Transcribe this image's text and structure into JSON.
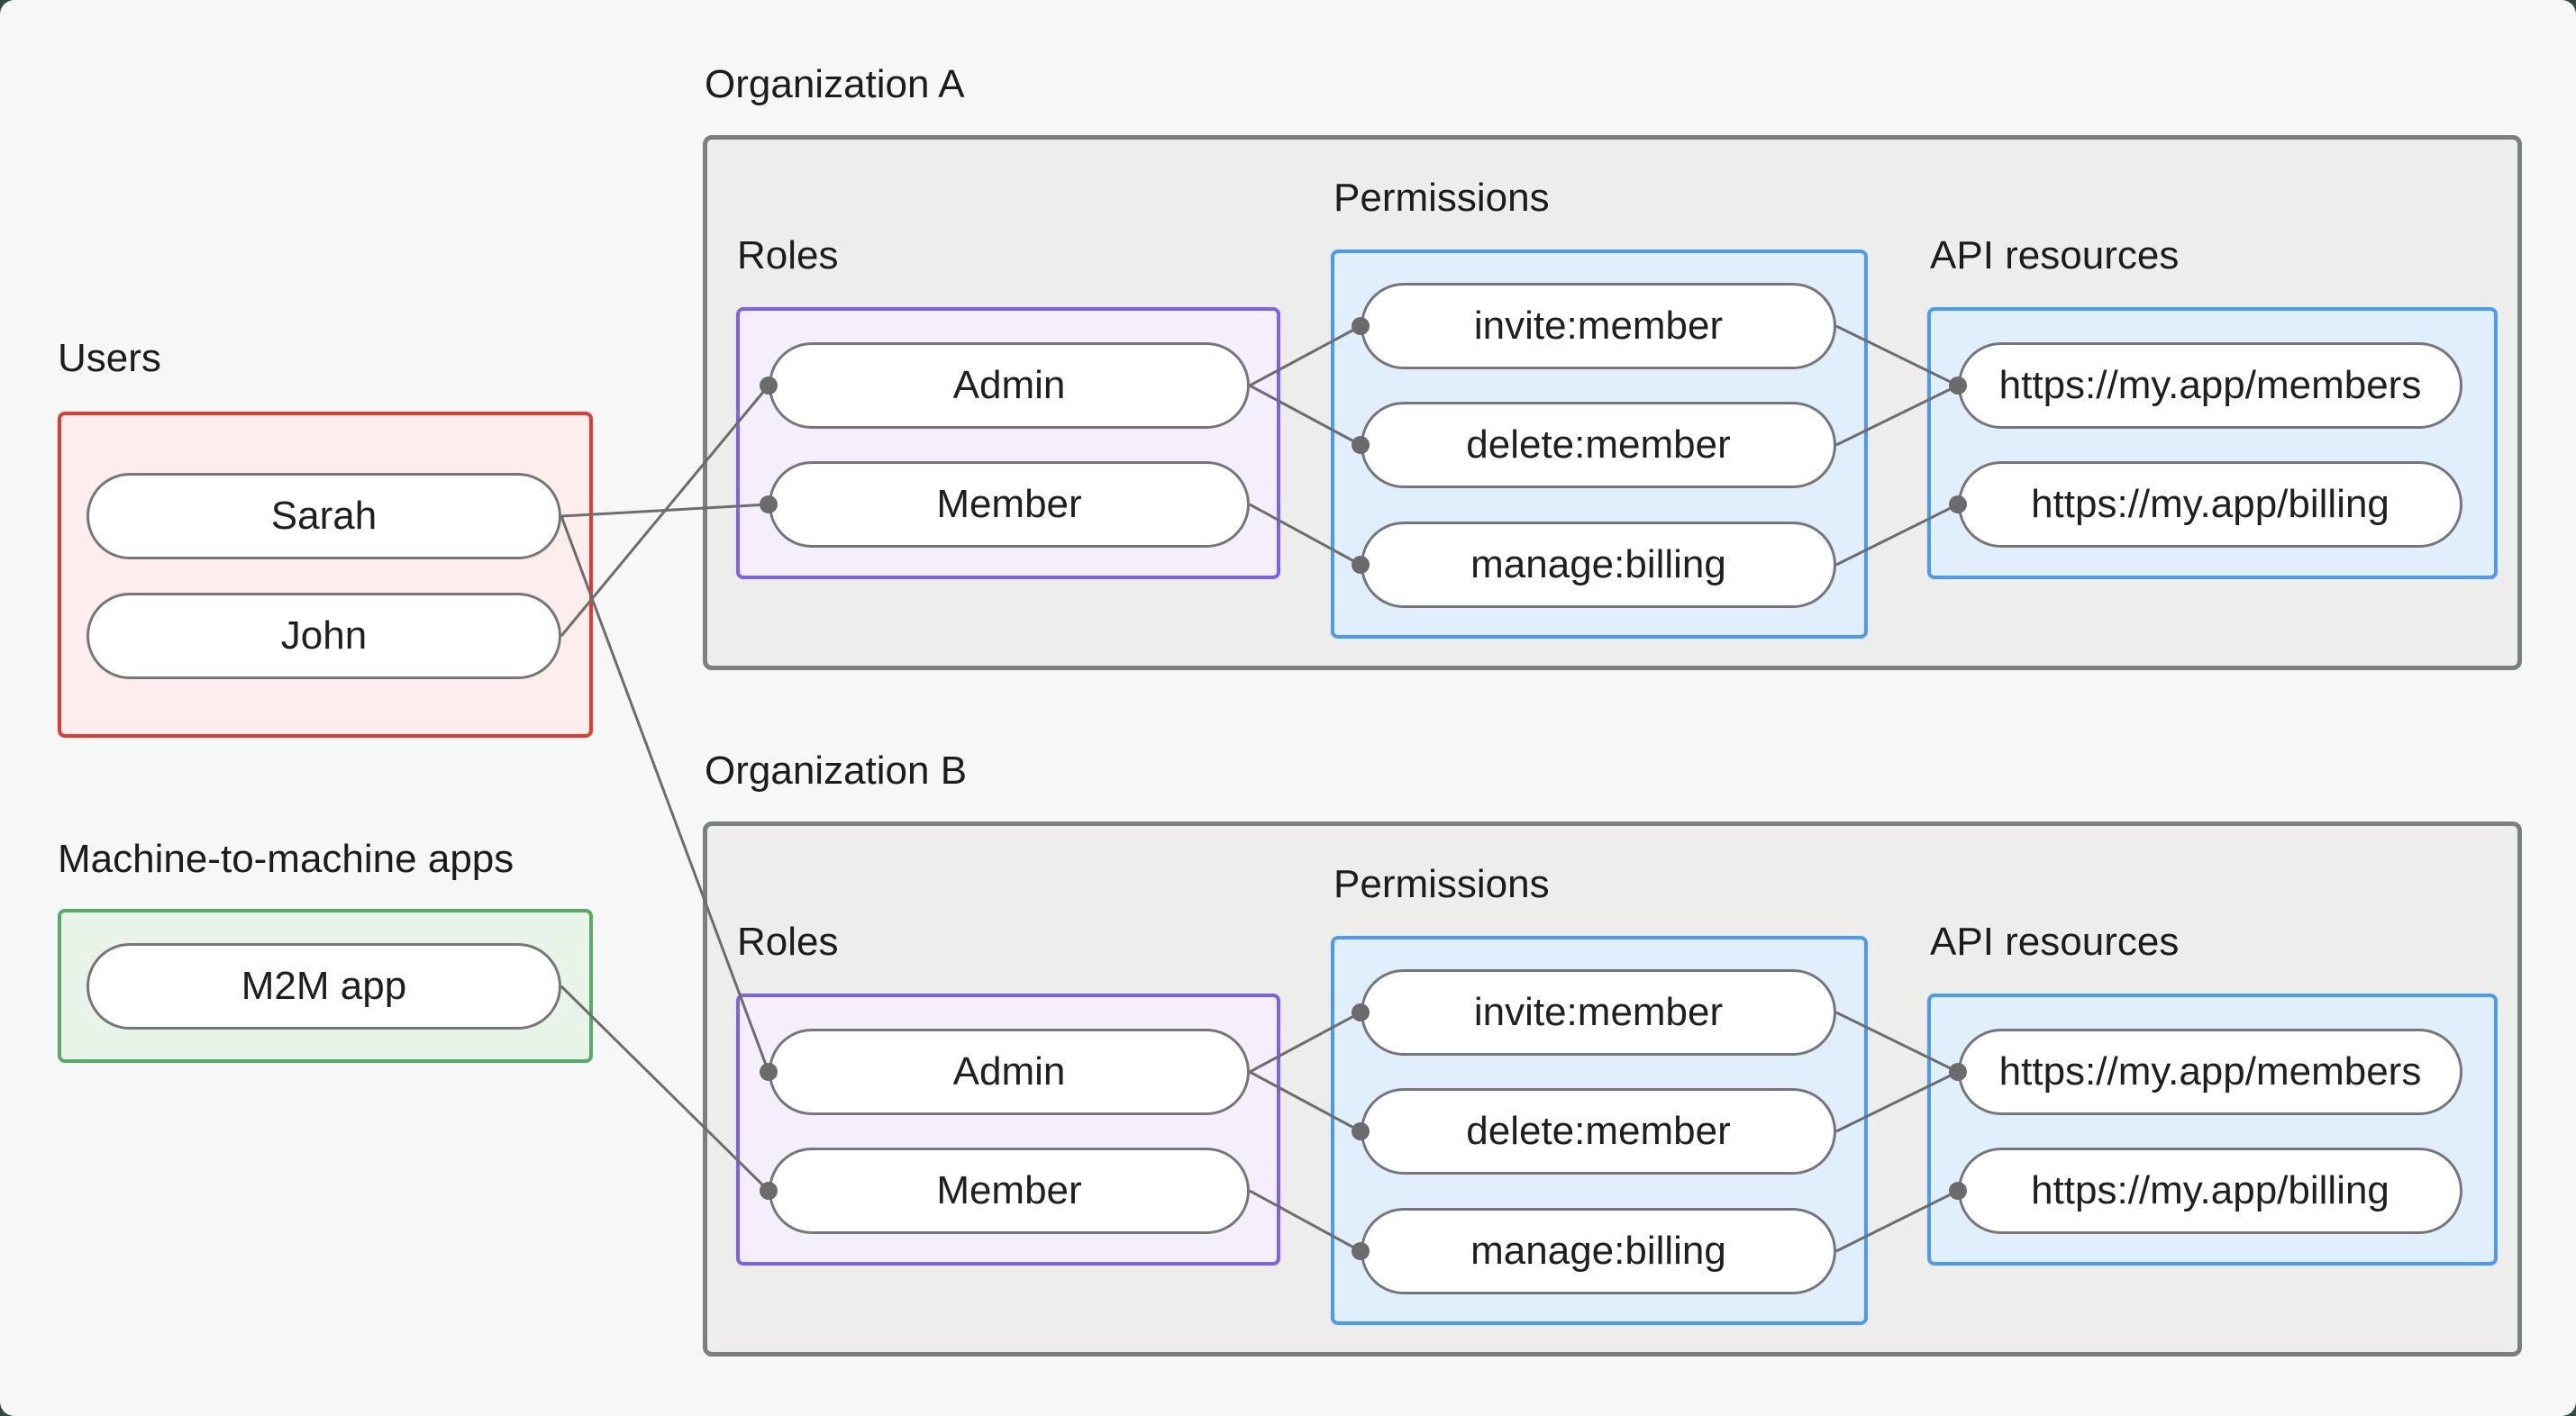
{
  "page": {
    "background": "#f6f8f8",
    "outside_background": "#2e4c3f"
  },
  "palette": {
    "users_border": "#e13b30",
    "users_fill": "#fdedec",
    "m2m_border": "#58ab64",
    "m2m_fill": "#e9f4e9",
    "org_border": "#7b807e",
    "org_fill": "#ededec",
    "roles_border": "#7d5ff2",
    "roles_fill": "#f5effd",
    "permissions_border": "#499bf6",
    "permissions_fill": "#e1effd",
    "pill_border": "#757677",
    "edge_color": "#6d6d6d",
    "text_color": "#1f1f1f"
  },
  "users": {
    "title": "Users",
    "items": [
      "Sarah",
      "John"
    ]
  },
  "m2m": {
    "title": "Machine-to-machine apps",
    "items": [
      "M2M app"
    ]
  },
  "orgs": [
    {
      "title": "Organization A",
      "roles_label": "Roles",
      "permissions_label": "Permissions",
      "api_label": "API resources",
      "roles": [
        "Admin",
        "Member"
      ],
      "permissions": [
        "invite:member",
        "delete:member",
        "manage:billing"
      ],
      "api_resources": [
        "https://my.app/members",
        "https://my.app/billing"
      ]
    },
    {
      "title": "Organization B",
      "roles_label": "Roles",
      "permissions_label": "Permissions",
      "api_label": "API resources",
      "roles": [
        "Admin",
        "Member"
      ],
      "permissions": [
        "invite:member",
        "delete:member",
        "manage:billing"
      ],
      "api_resources": [
        "https://my.app/members",
        "https://my.app/billing"
      ]
    }
  ],
  "connections": [
    {
      "from": "Sarah",
      "to": "Organization A / Member"
    },
    {
      "from": "John",
      "to": "Organization A / Admin"
    },
    {
      "from": "Sarah",
      "to": "Organization B / Admin"
    },
    {
      "from": "M2M app",
      "to": "Organization B / Member"
    },
    {
      "from": "Organization A / Admin",
      "to": "Organization A / invite:member"
    },
    {
      "from": "Organization A / Admin",
      "to": "Organization A / delete:member"
    },
    {
      "from": "Organization A / Member",
      "to": "Organization A / manage:billing"
    },
    {
      "from": "Organization A / invite:member",
      "to": "Organization A / https://my.app/members"
    },
    {
      "from": "Organization A / delete:member",
      "to": "Organization A / https://my.app/members"
    },
    {
      "from": "Organization A / manage:billing",
      "to": "Organization A / https://my.app/billing"
    },
    {
      "from": "Organization B / Admin",
      "to": "Organization B / invite:member"
    },
    {
      "from": "Organization B / Admin",
      "to": "Organization B / delete:member"
    },
    {
      "from": "Organization B / Member",
      "to": "Organization B / manage:billing"
    },
    {
      "from": "Organization B / invite:member",
      "to": "Organization B / https://my.app/members"
    },
    {
      "from": "Organization B / delete:member",
      "to": "Organization B / https://my.app/members"
    },
    {
      "from": "Organization B / manage:billing",
      "to": "Organization B / https://my.app/billing"
    }
  ]
}
